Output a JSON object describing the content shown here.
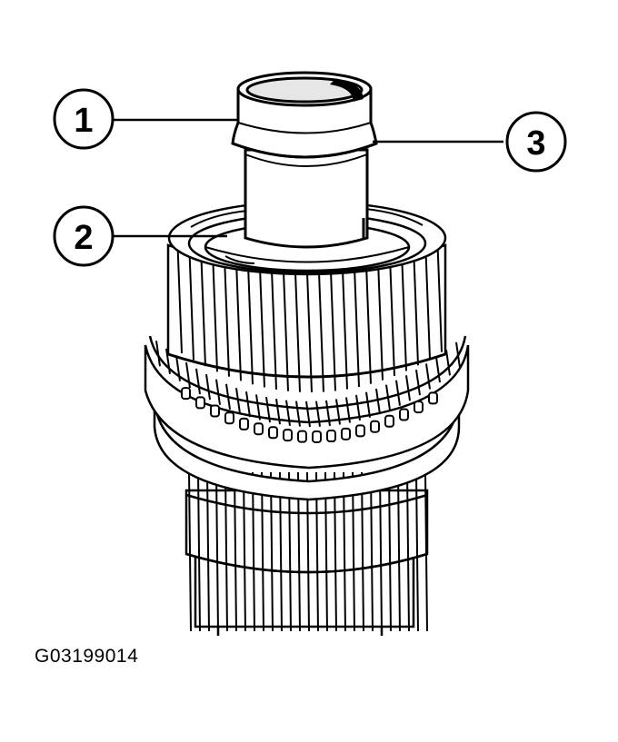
{
  "callouts": [
    {
      "number": "1"
    },
    {
      "number": "2"
    },
    {
      "number": "3"
    }
  ],
  "figure_code": "G03199014",
  "colors": {
    "ink": "#000000",
    "paper": "#ffffff",
    "shade": "#e6e6e6"
  }
}
